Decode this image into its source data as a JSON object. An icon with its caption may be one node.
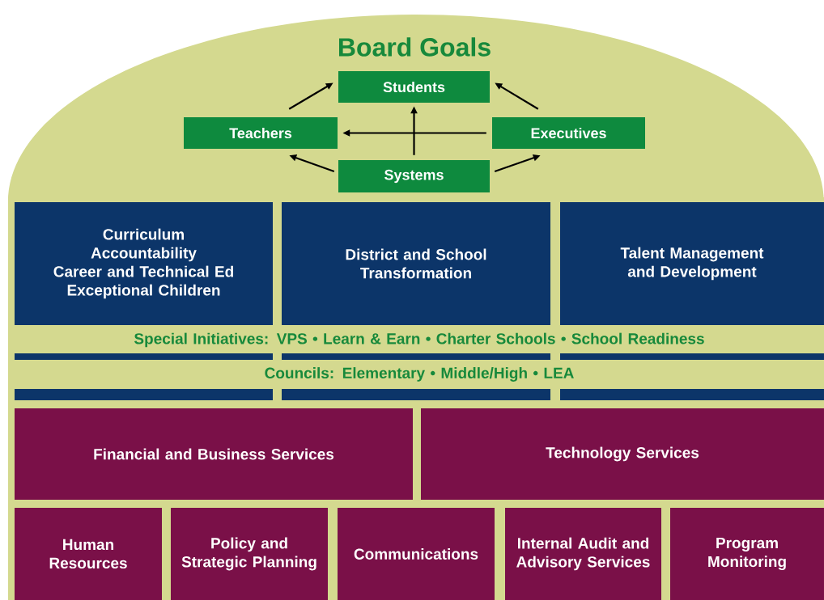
{
  "diagram": {
    "nodes": [
      {
        "text": [
          "Board Goals"
        ]
      },
      {
        "text": [
          "Students"
        ],
        "in": 0
      },
      {
        "text": [
          "Teachers"
        ],
        "in": 0
      },
      {
        "text": [
          "Executives"
        ],
        "in": 0
      },
      {
        "text": [
          "Systems"
        ],
        "in": 0
      },
      {
        "text": [
          "Curriculum",
          "Accountability",
          "Career and Technical Ed",
          "Exceptional Children"
        ]
      },
      {
        "text": [
          "District and School Transformation"
        ]
      },
      {
        "text": [
          "Talent Management and Development"
        ]
      },
      {
        "text": [
          "Special Initiatives: VPS • Learn & Earn • Charter Schools • School Readiness"
        ]
      },
      {
        "text": [
          "Councils: Elementary • Middle/High • LEA"
        ]
      },
      {
        "text": [
          "Financial and Business Services"
        ]
      },
      {
        "text": [
          "Technology Services"
        ]
      },
      {
        "text": [
          "Human Resources"
        ]
      },
      {
        "text": [
          "Policy and Strategic Planning"
        ]
      },
      {
        "text": [
          "Communications"
        ]
      },
      {
        "text": [
          "Internal Audit and Advisory Services"
        ]
      },
      {
        "text": [
          "Program Monitoring"
        ]
      }
    ],
    "edges": [
      {
        "from": 2,
        "to": 1,
        "arrow": "to"
      },
      {
        "from": 3,
        "to": 1,
        "arrow": "to"
      },
      {
        "from": 4,
        "to": 1,
        "arrow": "to"
      },
      {
        "from": 3,
        "to": 2,
        "arrow": "to"
      },
      {
        "from": 4,
        "to": 2,
        "arrow": "to"
      },
      {
        "from": 4,
        "to": 3,
        "arrow": "to"
      }
    ]
  }
}
